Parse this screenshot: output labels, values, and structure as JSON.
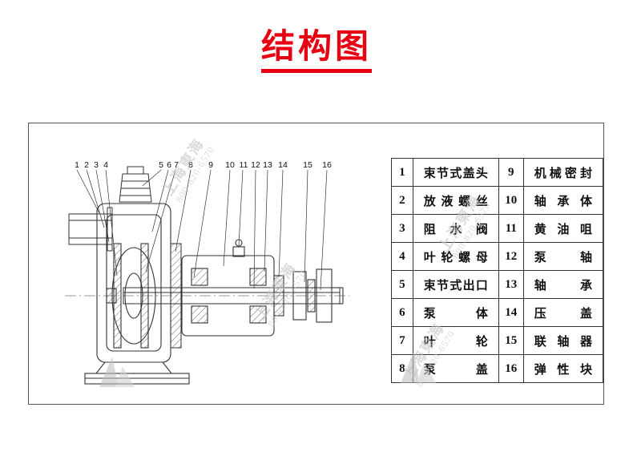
{
  "title": {
    "text": "结构图"
  },
  "diagram": {
    "part_numbers": [
      "1",
      "2",
      "3",
      "4",
      "5",
      "6",
      "7",
      "8",
      "9",
      "10",
      "11",
      "12",
      "13",
      "14",
      "15",
      "16"
    ]
  },
  "parts_table": {
    "rows": [
      {
        "no_left": "1",
        "name_left": "束节式盖头",
        "no_right": "9",
        "name_right": "机械密封"
      },
      {
        "no_left": "2",
        "name_left": "放液螺丝",
        "no_right": "10",
        "name_right": "轴承体"
      },
      {
        "no_left": "3",
        "name_left": "阻水阀",
        "no_right": "11",
        "name_right": "黄油咀"
      },
      {
        "no_left": "4",
        "name_left": "叶轮螺母",
        "no_right": "12",
        "name_right": "泵轴"
      },
      {
        "no_left": "5",
        "name_left": "束节式出口",
        "no_right": "13",
        "name_right": "轴承"
      },
      {
        "no_left": "6",
        "name_left": "泵体",
        "no_right": "14",
        "name_right": "压盖"
      },
      {
        "no_left": "7",
        "name_left": "叶轮",
        "no_right": "15",
        "name_right": "联轴器"
      },
      {
        "no_left": "8",
        "name_left": "泵盖",
        "no_right": "16",
        "name_right": "弹性块"
      }
    ]
  },
  "watermark": {
    "company": "上海東海",
    "phone": "800-820-6570"
  }
}
